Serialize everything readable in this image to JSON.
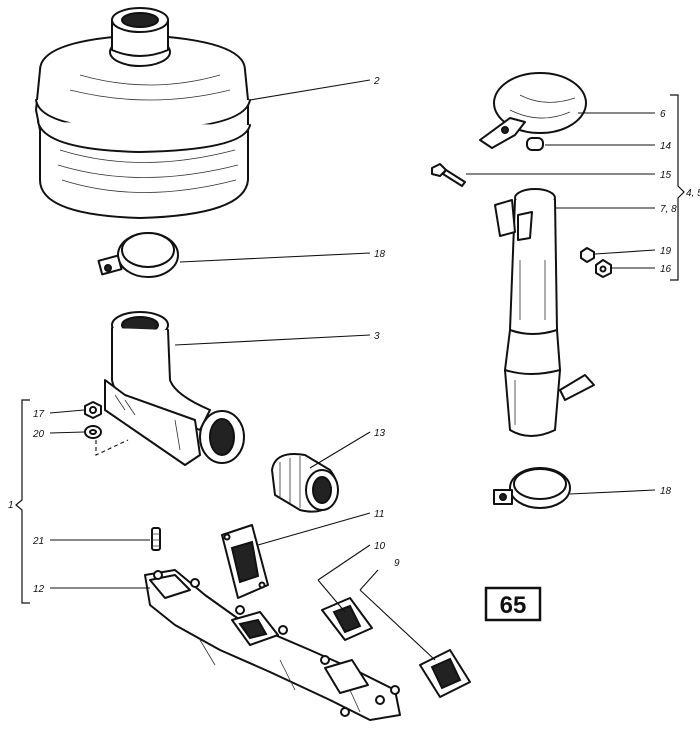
{
  "figure_number": "65",
  "callouts": {
    "c2": "2",
    "c6": "6",
    "c14": "14",
    "c15": "15",
    "c78": "7, 8",
    "c45": "4, 5",
    "c18a": "18",
    "c19": "19",
    "c16": "16",
    "c3": "3",
    "c17": "17",
    "c20": "20",
    "c13": "13",
    "c18b": "18",
    "c1": "1",
    "c11": "11",
    "c10": "10",
    "c9": "9",
    "c21": "21",
    "c12": "12"
  }
}
